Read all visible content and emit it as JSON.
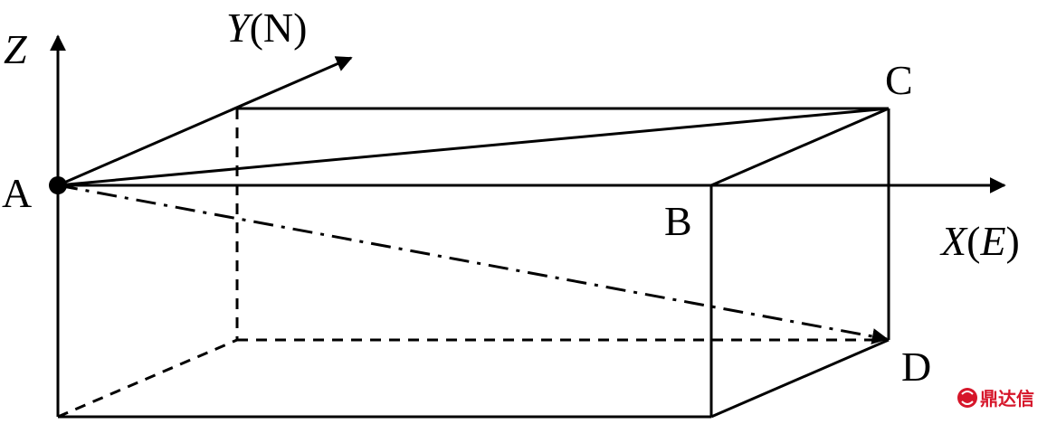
{
  "diagram": {
    "axes": {
      "z_label": "Z",
      "y_label_var": "Y",
      "y_label_unit": "(N)",
      "x_label_var": "X",
      "x_label_open": "(",
      "x_label_unit": "E",
      "x_label_close": ")"
    },
    "points": {
      "a": "A",
      "b": "B",
      "c": "C",
      "d": "D"
    },
    "watermark": "鼎达信"
  }
}
